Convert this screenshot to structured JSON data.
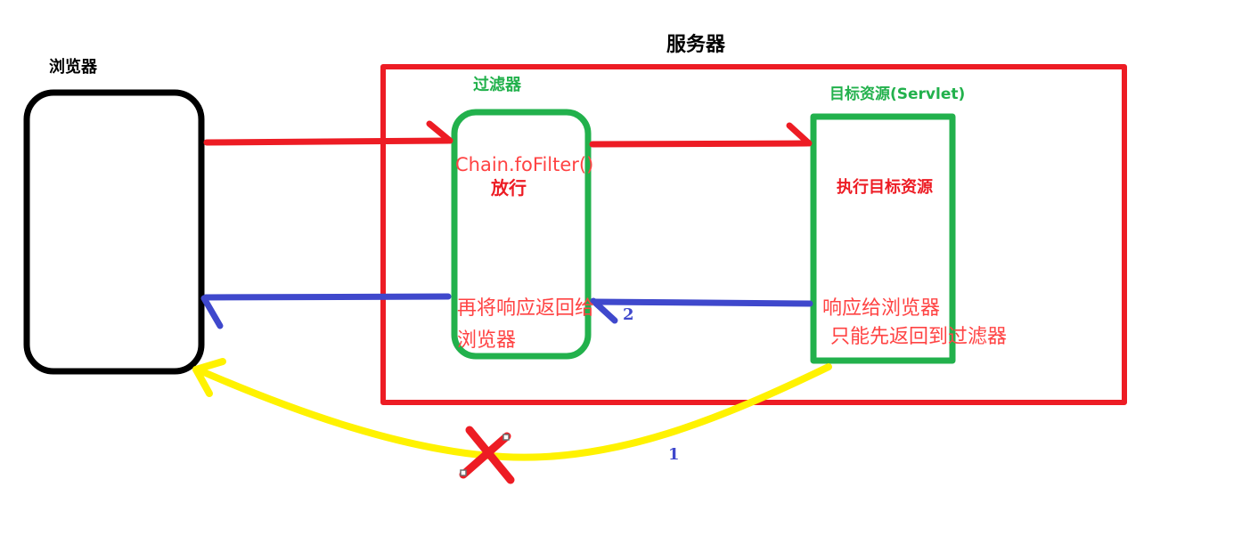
{
  "colors": {
    "red": "#ED1C24",
    "green": "#22B14C",
    "blue": "#3F48CC",
    "yellow": "#FFF200",
    "black": "#000000",
    "red_text": "#FF4343"
  },
  "browser": {
    "label": "浏览器"
  },
  "server": {
    "label": "服务器",
    "filter": {
      "label": "过滤器",
      "body_line1": "Chain.foFilter()",
      "body_line2": "放行",
      "note_line1": "再将响应返回给",
      "note_line2": "浏览器"
    },
    "servlet": {
      "label": "目标资源(Servlet)",
      "body": "执行目标资源",
      "note_line1": "响应给浏览器",
      "note_line2": "只能先返回到过滤器"
    }
  },
  "arrows": {
    "step1_label": "1",
    "step2_label": "2"
  }
}
